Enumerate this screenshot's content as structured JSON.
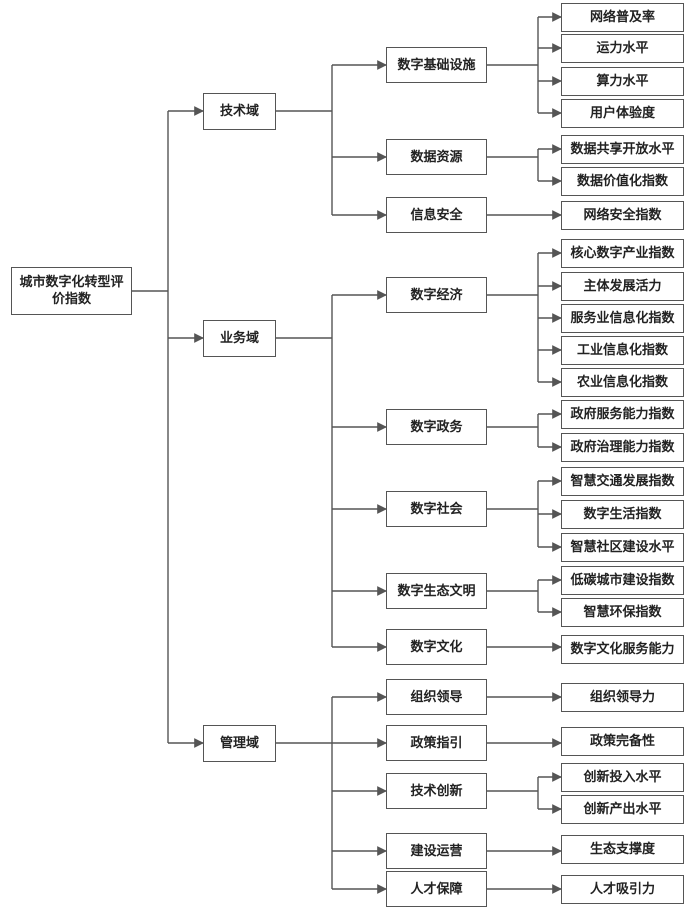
{
  "root": "城市数字化转型评价指数",
  "domains": [
    {
      "label": "技术域",
      "subs": [
        {
          "label": "数字基础设施",
          "leaves": [
            "网络普及率",
            "运力水平",
            "算力水平",
            "用户体验度"
          ]
        },
        {
          "label": "数据资源",
          "leaves": [
            "数据共享开放水平",
            "数据价值化指数"
          ]
        },
        {
          "label": "信息安全",
          "leaves": [
            "网络安全指数"
          ]
        }
      ]
    },
    {
      "label": "业务域",
      "subs": [
        {
          "label": "数字经济",
          "leaves": [
            "核心数字产业指数",
            "主体发展活力",
            "服务业信息化指数",
            "工业信息化指数",
            "农业信息化指数"
          ]
        },
        {
          "label": "数字政务",
          "leaves": [
            "政府服务能力指数",
            "政府治理能力指数"
          ]
        },
        {
          "label": "数字社会",
          "leaves": [
            "智慧交通发展指数",
            "数字生活指数",
            "智慧社区建设水平"
          ]
        },
        {
          "label": "数字生态文明",
          "leaves": [
            "低碳城市建设指数",
            "智慧环保指数"
          ]
        },
        {
          "label": "数字文化",
          "leaves": [
            "数字文化服务能力"
          ]
        }
      ]
    },
    {
      "label": "管理域",
      "subs": [
        {
          "label": "组织领导",
          "leaves": [
            "组织领导力"
          ]
        },
        {
          "label": "政策指引",
          "leaves": [
            "政策完备性"
          ]
        },
        {
          "label": "技术创新",
          "leaves": [
            "创新投入水平",
            "创新产出水平"
          ]
        },
        {
          "label": "建设运营",
          "leaves": [
            "生态支撑度"
          ]
        },
        {
          "label": "人才保障",
          "leaves": [
            "人才吸引力"
          ]
        }
      ]
    }
  ],
  "colors": {
    "line": "#555555",
    "border": "#555555",
    "text": "#222222",
    "background": "#ffffff"
  }
}
